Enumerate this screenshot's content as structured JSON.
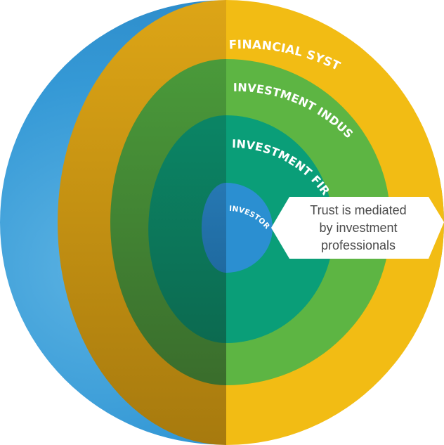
{
  "diagram": {
    "layers": [
      {
        "id": "financial-system",
        "label": "FINANCIAL SYSTEM",
        "color": "#f2bc14",
        "shade": "#c99412"
      },
      {
        "id": "investment-industry",
        "label": "INVESTMENT INDUSTRY",
        "color": "#5db543",
        "shade": "#3f8332"
      },
      {
        "id": "investment-firm",
        "label": "INVESTMENT FIRM",
        "color": "#0a9e78",
        "shade": "#0b7358"
      },
      {
        "id": "investor",
        "label": "INVESTOR",
        "color": "#2b8fd1",
        "shade": "#236fa5"
      }
    ],
    "sphere_color": "#3599d6",
    "callout": {
      "lines": [
        "Trust is mediated",
        "by investment",
        "professionals"
      ]
    }
  }
}
